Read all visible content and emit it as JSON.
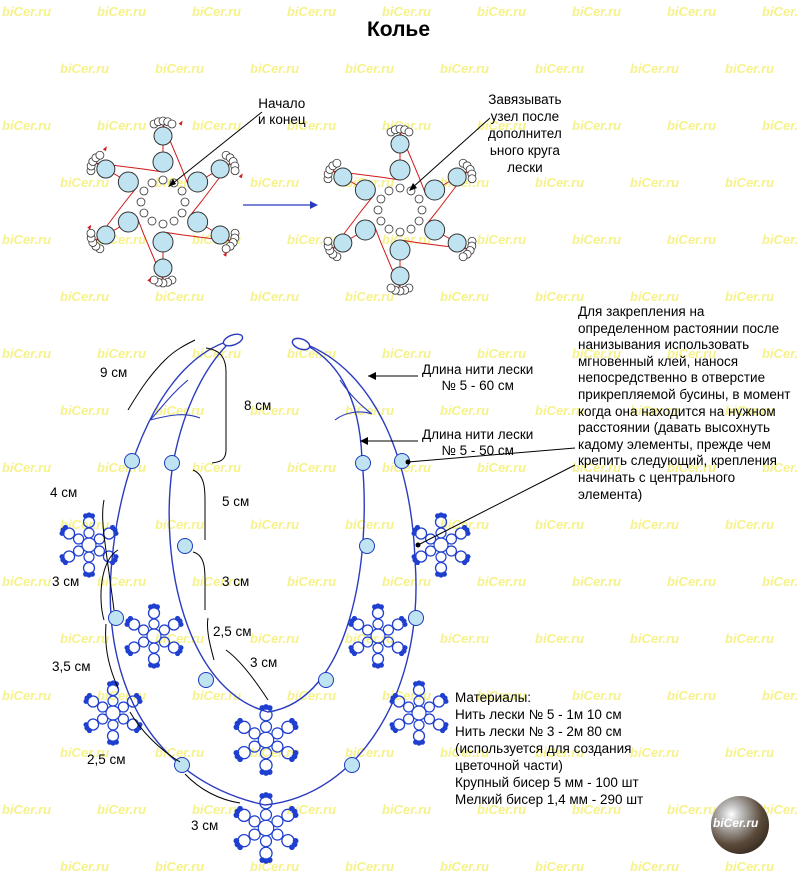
{
  "watermark": "biCer.ru",
  "title": "Колье",
  "labels": {
    "start_end": [
      "Начало",
      "и конец"
    ],
    "tie_knot": [
      "Завязывать",
      "узел после",
      "дополнител",
      "ьного круга",
      "лески"
    ]
  },
  "thread_notes": {
    "outer": [
      "Длина нити лески",
      "№ 5 - 60 см"
    ],
    "inner": [
      "Длина нити лески",
      "№ 5 - 50 см"
    ]
  },
  "fix_note": "Для закрепления на определенном растоянии после нанизывания использовать мгновенный клей, нанося непосредственно в отверстие прикрепляемой бусины, в момент когда она находится на нужном расстоянии (давать высохнуть кадому элементы, прежде чем крепить следующий, крепления начинать с центрального элемента)",
  "measurements": [
    "9 см",
    "8 см",
    "4 см",
    "5 см",
    "3 см",
    "3 см",
    "2,5 см",
    "3,5 см",
    "3 см",
    "2,5 см",
    "3 см"
  ],
  "materials": {
    "heading": "Материалы:",
    "items": [
      "Нить лески № 5 - 1м 10 см",
      "Нить лески № 3 - 2м 80 см",
      "(используется для создания",
      "цветочной части)",
      "Крупный бисер 5 мм - 100 шт",
      "Мелкий бисер 1,4 мм - 290 шт"
    ]
  },
  "logo_text": "biCer.ru",
  "colors": {
    "necklace_line": "#2b3bbf",
    "flower": "#1f3fd0",
    "bead_fill": "#bfe3f0",
    "bead_stroke": "#1a3bbf",
    "schema_line": "#d01818",
    "watermark": "#f6f28a"
  }
}
